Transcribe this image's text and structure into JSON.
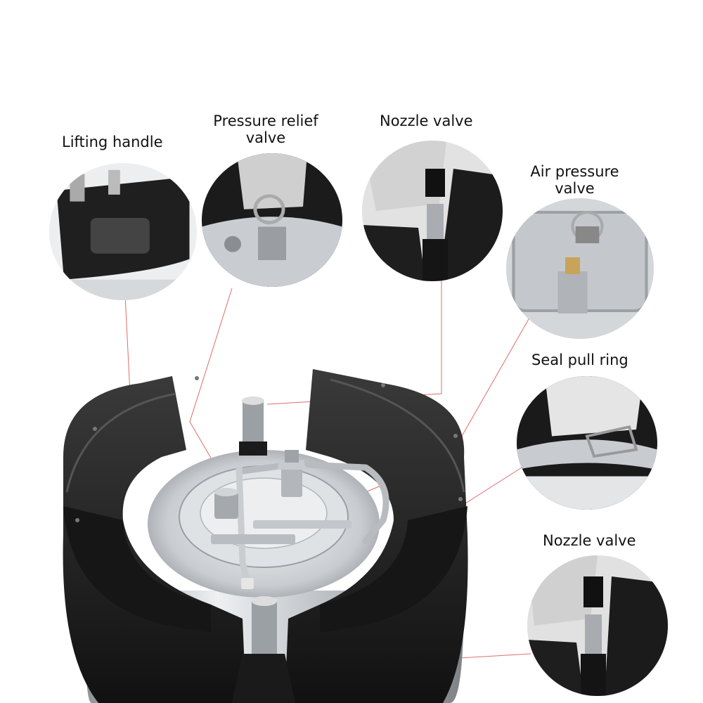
{
  "labels": {
    "lifting_handle": "Lifting handle",
    "pressure_relief_line1": "Pressure relief",
    "pressure_relief_line2": "valve",
    "nozzle_valve_top": "Nozzle valve",
    "air_pressure_line1": "Air pressure",
    "air_pressure_line2": "valve",
    "seal_pull_ring": "Seal pull ring",
    "nozzle_valve_bottom": "Nozzle valve"
  },
  "colors": {
    "leader_line": "#d9534f",
    "rubber": "#1c1c1c",
    "steel": "#cfd2d5",
    "glove": "#d8d8d8"
  }
}
